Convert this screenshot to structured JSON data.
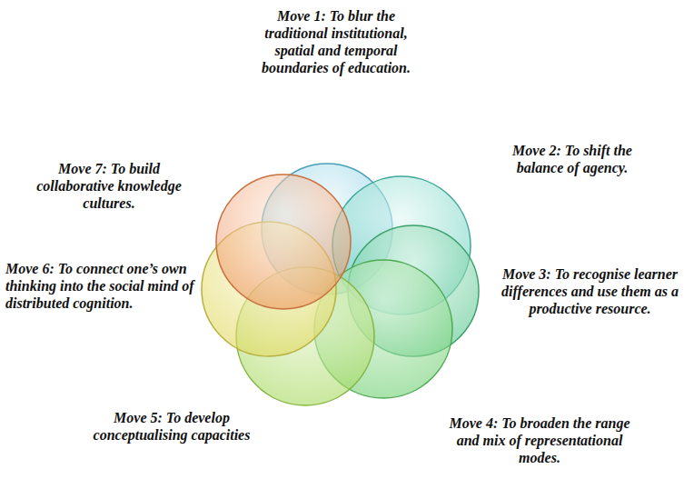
{
  "diagram": {
    "labels": [
      "Move 1: To blur the traditional institutional, spatial and temporal boundaries of education.",
      "Move 2: To shift the balance of agency.",
      "Move 3: To recognise learner differences and use them as a productive resource.",
      "Move 4: To broaden the range and mix of representational modes.",
      "Move 5: To develop conceptualising capacities",
      "Move 6: To connect one’s own thinking into the social mind of distributed cognition.",
      "Move 7: To build collaborative knowledge cultures."
    ]
  }
}
